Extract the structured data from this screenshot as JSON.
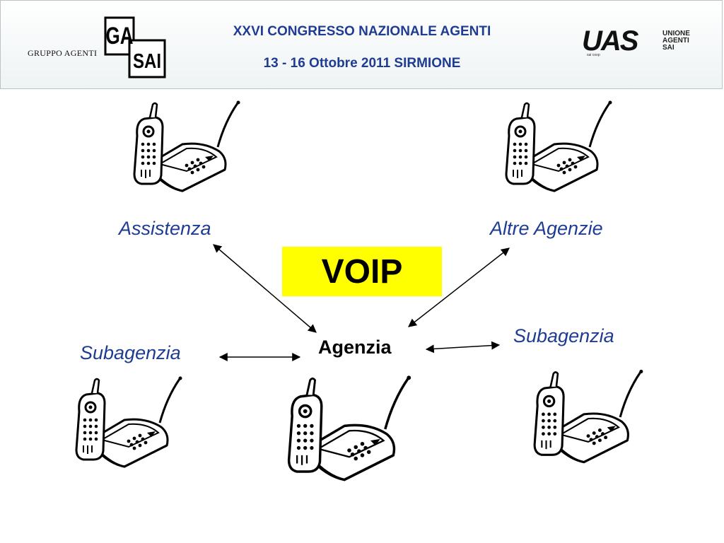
{
  "header": {
    "left_logo_text": "GRUPPO AGENTI",
    "left_logo_monogram": [
      "GA",
      "SAI"
    ],
    "title_line1": "XXVI CONGRESSO NAZIONALE AGENTI",
    "title_line2": "13 - 16 Ottobre 2011  SIRMIONE",
    "right_logo_letters": "UAS",
    "right_logo_text": [
      "UNIONE",
      "AGENTI",
      "SAI"
    ],
    "right_logo_subtext": "sai coop"
  },
  "diagram": {
    "center_box": "VOIP",
    "center_node": "Agenzia",
    "nodes": {
      "top_left": "Assistenza",
      "top_right": "Altre Agenzie",
      "bottom_left": "Subagenzia",
      "bottom_right": "Subagenzia"
    }
  },
  "colors": {
    "title_blue": "#1f3c93",
    "voip_background": "#ffff00",
    "header_border": "#b9c4c8"
  }
}
